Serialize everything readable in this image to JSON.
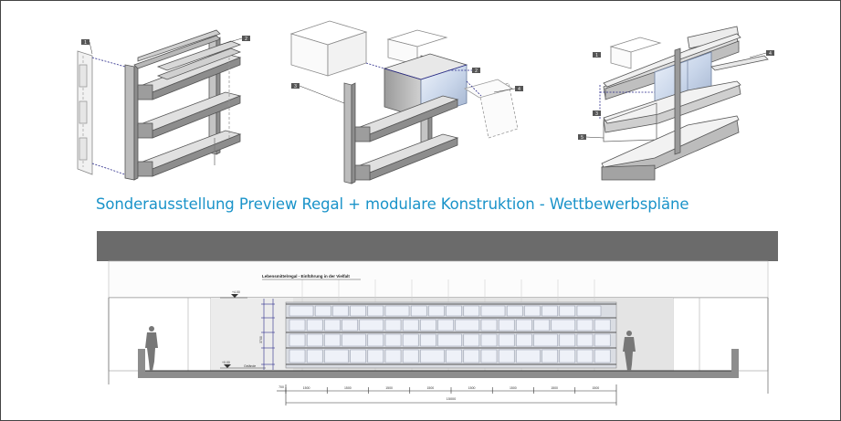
{
  "headline": "Sonderausstellung Preview Regal + modulare Konstruktion - Wettbewerbspläne",
  "elevation": {
    "title": "Lebensmittelregal - Einführung in der Vielfalt",
    "level_top": "+4.00",
    "level_floor": "+0.00",
    "floor_label": "Gelände",
    "height_total": "3700",
    "module_dims": [
      "1500",
      "1500",
      "1500",
      "1500",
      "1500",
      "1500",
      "1500",
      "1500"
    ],
    "total_dim": "15000",
    "edge_dim": "700"
  },
  "callouts": {
    "left": [
      "1",
      "2"
    ],
    "middle": [
      "3",
      "2",
      "4"
    ],
    "right": [
      "1",
      "4",
      "3",
      "5"
    ]
  },
  "colors": {
    "headline": "#1a93c9",
    "roof": "#6b6b6b",
    "dimension": "#2a2a8a"
  }
}
